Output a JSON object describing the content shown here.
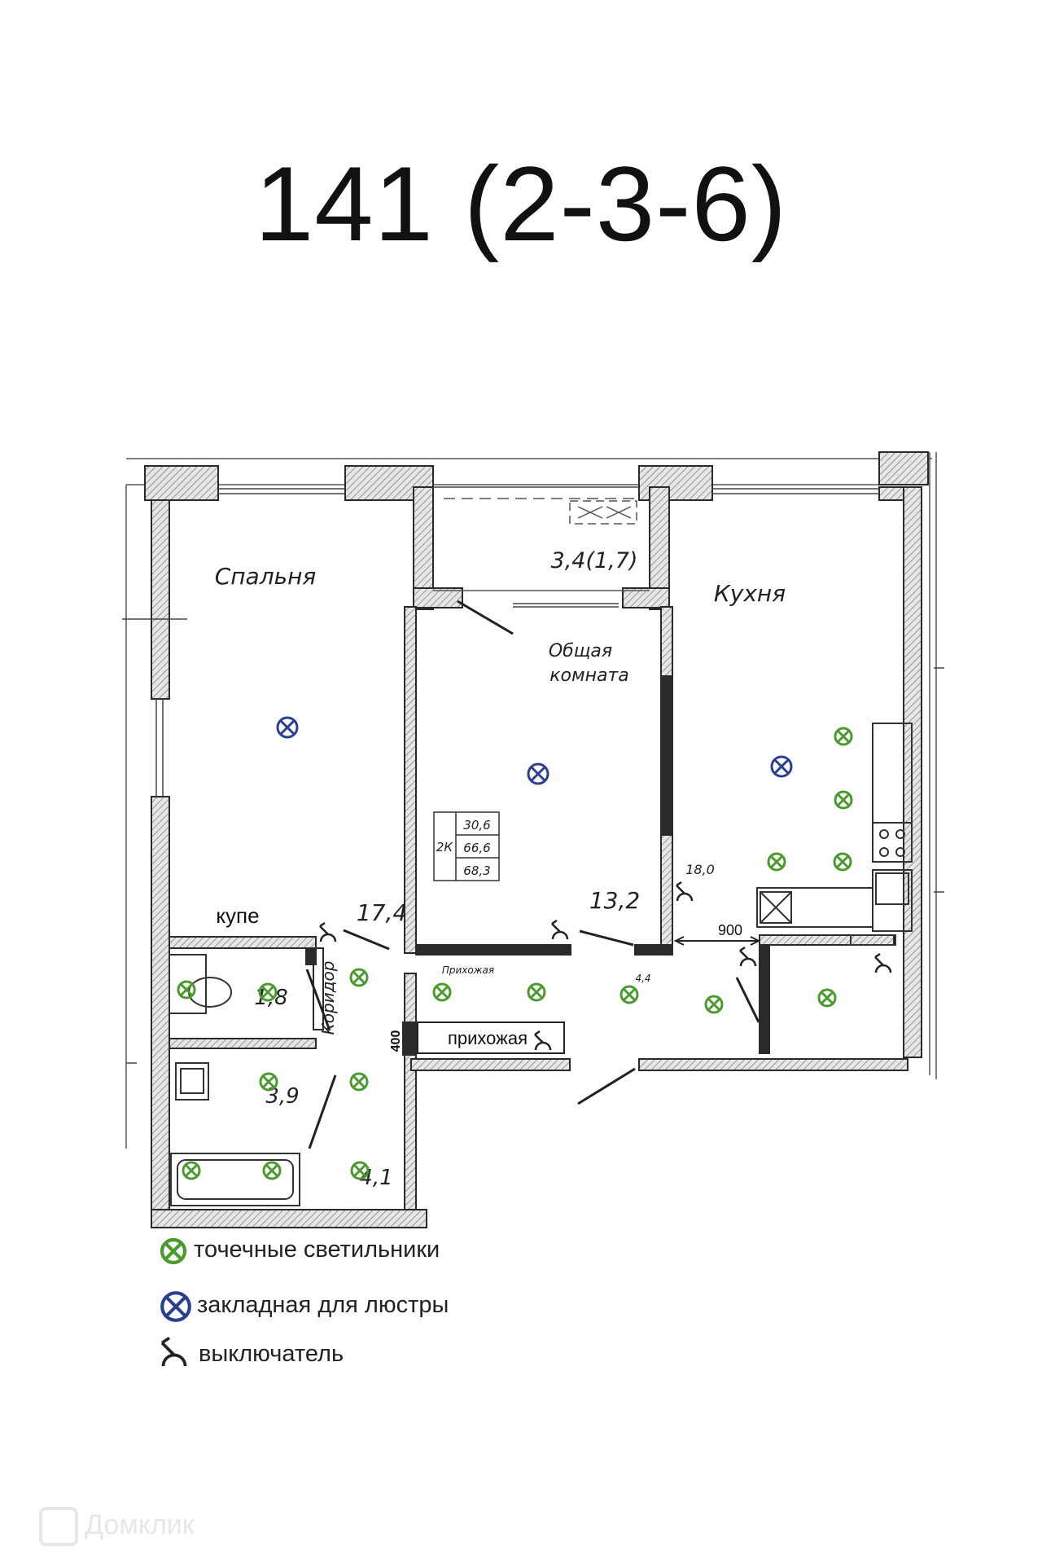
{
  "title": "141 (2-3-6)",
  "rooms": {
    "bedroom": "Спальня",
    "bedroom_area": "17,4",
    "balcony_area": "3,4(1,7)",
    "common_room_line1": "Общая",
    "common_room_line2": "комната",
    "common_room_area": "13,2",
    "kitchen": "Кухня",
    "kitchen_area": "18,0",
    "wardrobe": "купе",
    "wc_area": "1,8",
    "bath_area": "3,9",
    "corridor": "Коридор",
    "corridor_area": "4,1",
    "hall_small": "Прихожая",
    "hall_small_area": "4,4",
    "hall": "прихожая"
  },
  "areas_table": {
    "type": "2К",
    "values": [
      "30,6",
      "66,6",
      "68,3"
    ]
  },
  "dimensions": {
    "width_900": "900",
    "depth_400": "400"
  },
  "legend": {
    "spot": "точечные светильники",
    "chandelier": "закладная для люстры",
    "switch": "выключатель"
  },
  "watermark": "Домклик",
  "colors": {
    "spot": "#4a9a2e",
    "chandelier": "#2b3f91",
    "wall": "#2a2a2a",
    "hatch": "#9a9a9a"
  }
}
